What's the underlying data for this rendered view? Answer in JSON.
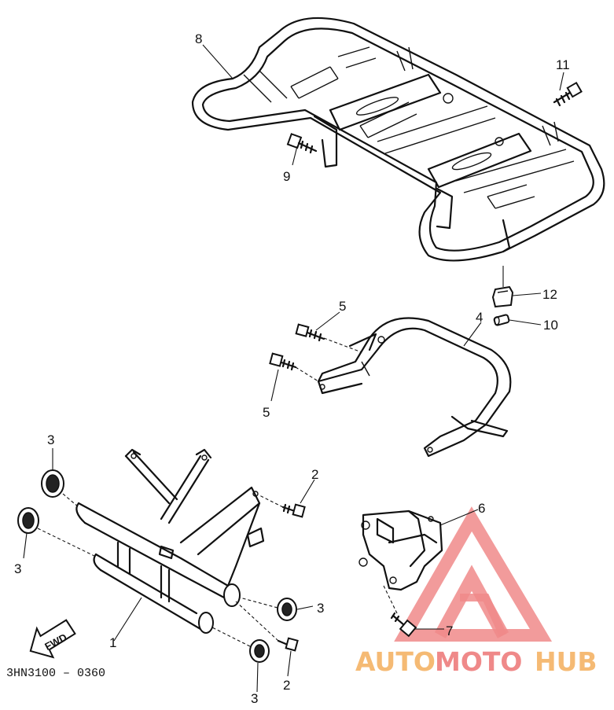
{
  "callouts": {
    "c1": "1",
    "c2a": "2",
    "c2b": "2",
    "c3a": "3",
    "c3b": "3",
    "c3c": "3",
    "c3d": "3",
    "c4": "4",
    "c5a": "5",
    "c5b": "5",
    "c6": "6",
    "c7": "7",
    "c8": "8",
    "c9": "9",
    "c10": "10",
    "c11": "11",
    "c12": "12"
  },
  "diagram_code": "3HN3100 – 0360",
  "fwd_label": "FWD",
  "watermark": {
    "part1": "AUTO",
    "part2": "MOTO",
    "part3": "HUB",
    "color_orange": "#f5b366",
    "color_red": "#ee7d7d"
  }
}
